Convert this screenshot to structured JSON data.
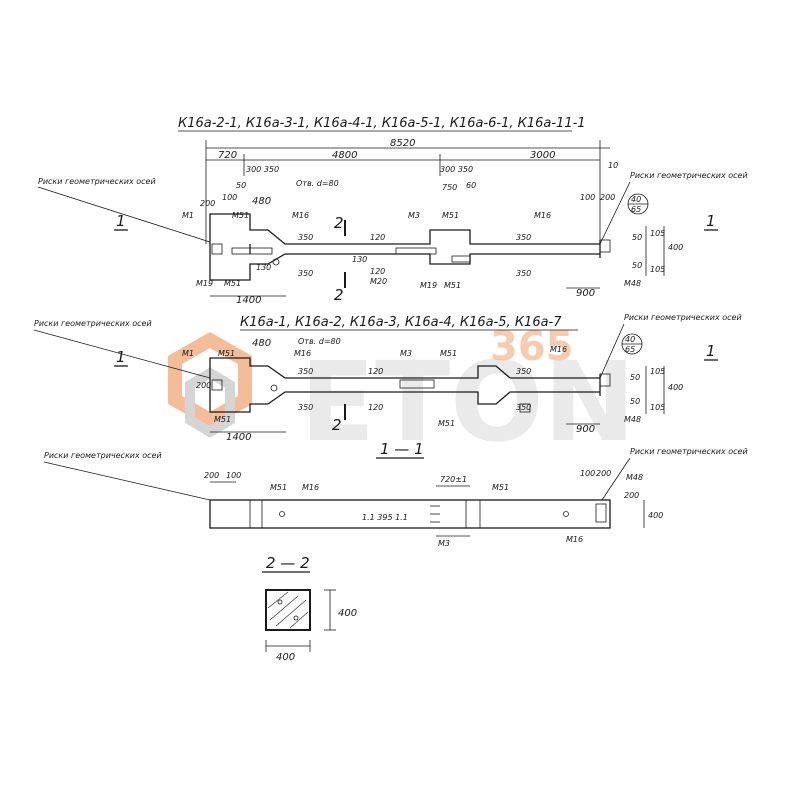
{
  "watermark": {
    "brand_text": "ETON",
    "number_text": "365",
    "colors": {
      "orange": "#f0a878",
      "gray": "#c8c8c8"
    }
  },
  "view_a": {
    "title": "К16а-2-1, К16а-3-1, К16а-4-1, К16а-5-1, К16а-6-1, К16а-11-1",
    "dim_total": "8520",
    "dim_left": "720",
    "dim_mid": "4800",
    "dim_right": "3000",
    "dim_300_350_left": "300  350",
    "dim_300_350_right": "300  350",
    "dim_100": "100",
    "dim_50": "50",
    "dim_480": "480",
    "hole_note": "Отв. d=80",
    "dim_750": "750",
    "dim_60": "60",
    "dim_10": "10",
    "dim_100_right": "100",
    "dim_200_right": "200",
    "dim_200_left": "200",
    "dim_1400": "1400",
    "dim_900": "900",
    "dim_120a": "120",
    "dim_120b": "120",
    "dim_130a": "130",
    "dim_130b": "130",
    "dim_350a": "350",
    "dim_350b": "350",
    "dim_350c": "350",
    "dim_350d": "350",
    "dim_50r": "50",
    "dim_105a": "105",
    "dim_400": "400",
    "dim_105b": "105",
    "dim_50r2": "50",
    "grade_top": "40",
    "grade_bottom": "65",
    "axis_left": "Риски геометрических осей",
    "axis_right": "Риски геометрических осей",
    "marks": {
      "m1": "М1",
      "m51a": "М51",
      "m16a": "М16",
      "m3": "М3",
      "m51b": "М51",
      "m16b": "М16",
      "m19a": "М19",
      "m51c": "М51",
      "m20": "М20",
      "m19b": "М19",
      "m51d": "М51",
      "m48": "М48"
    },
    "section_1": "1",
    "section_2_top": "2",
    "section_2_bottom": "2",
    "section_1_right": "1"
  },
  "view_b": {
    "title": "К16а-1, К16а-2, К16а-3, К16а-4, К16а-5, К16а-7",
    "axis_left": "Риски геометрических осей",
    "axis_right": "Риски геометрических осей",
    "dim_480": "480",
    "hole_note": "Отв. d=80",
    "dim_200": "200",
    "dim_1400": "1400",
    "dim_900": "900",
    "dim_120a": "120",
    "dim_120b": "120",
    "dim_350a": "350",
    "dim_350b": "350",
    "dim_350c": "350",
    "dim_350d": "350",
    "dim_105a": "105",
    "dim_400": "400",
    "dim_105b": "105",
    "dim_50a": "50",
    "dim_50b": "50",
    "grade_top": "40",
    "grade_bottom": "65",
    "marks": {
      "m1": "М1",
      "m51a": "М51",
      "m16a": "М16",
      "m3": "М3",
      "m51b": "М51",
      "m16b": "М16",
      "m51c": "М51",
      "m51d": "М51",
      "m48": "М48"
    },
    "section_1": "1",
    "section_2": "2",
    "section_1_right": "1"
  },
  "view_c": {
    "title": "1 — 1",
    "axis_left": "Риски геометрических осей",
    "axis_right": "Риски геометрических осей",
    "dim_200": "200",
    "dim_100": "100",
    "dim_720": "720±1",
    "dim_100_right": "100",
    "dim_200_right": "200",
    "dim_400": "400",
    "dim_200_vert": "200",
    "dim_small": "1.1 395 1.1",
    "marks": {
      "m51a": "М51",
      "m16a": "М16",
      "m51b": "М51",
      "m48": "М48",
      "m3": "М3",
      "m16b": "М16"
    }
  },
  "view_d": {
    "title": "2 — 2",
    "dim_w": "400",
    "dim_h": "400"
  }
}
